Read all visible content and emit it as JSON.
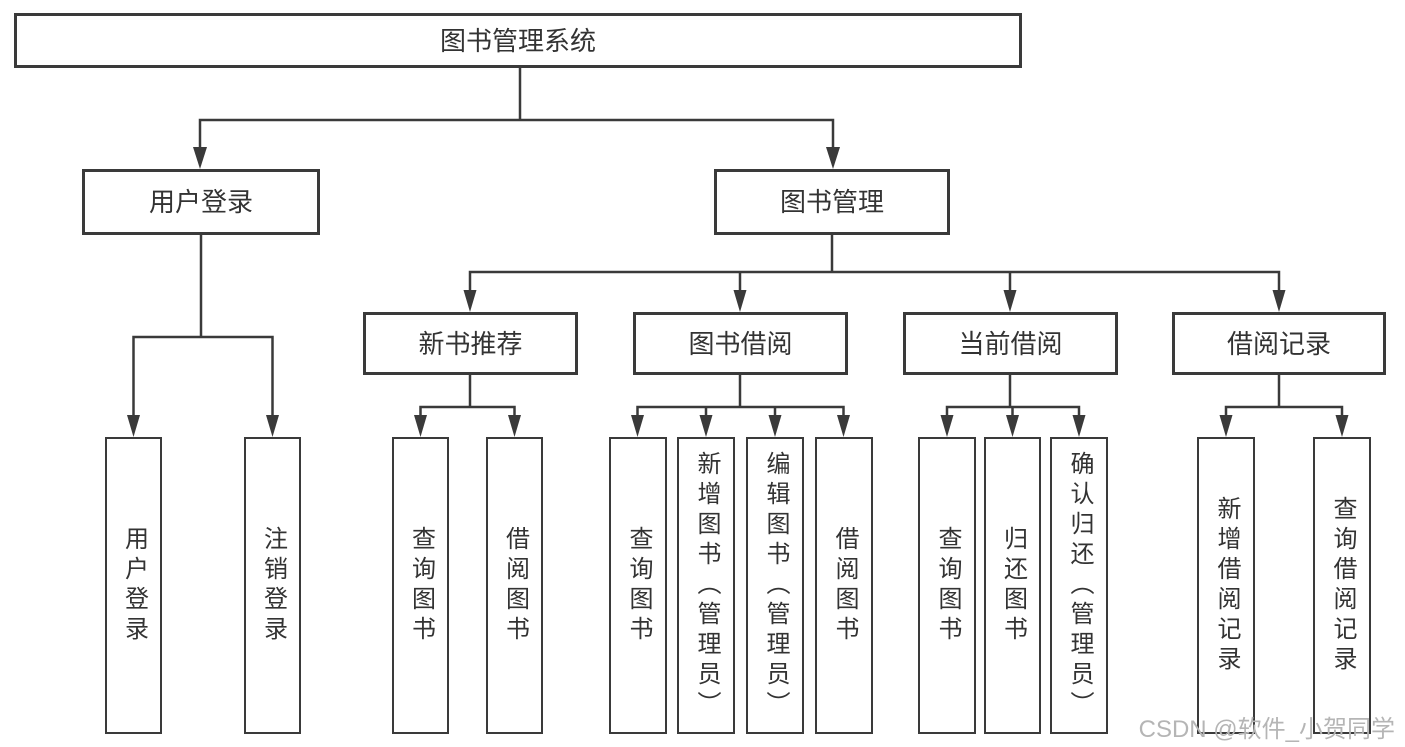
{
  "root": {
    "label": "图书管理系统"
  },
  "user": {
    "label": "用户登录",
    "children": [
      "用户登录",
      "注销登录"
    ]
  },
  "books": {
    "label": "图书管理"
  },
  "newbook": {
    "label": "新书推荐",
    "children": [
      "查询图书",
      "借阅图书"
    ]
  },
  "borrow": {
    "label": "图书借阅",
    "children": [
      "查询图书",
      "新增图书（管理员）",
      "编辑图书（管理员）",
      "借阅图书"
    ]
  },
  "current": {
    "label": "当前借阅",
    "children": [
      "查询图书",
      "归还图书",
      "确认归还（管理员）"
    ]
  },
  "records": {
    "label": "借阅记录",
    "children": [
      "新增借阅记录",
      "查询借阅记录"
    ]
  },
  "watermark": {
    "text": "CSDN @软件_小贺同学"
  },
  "colors": {
    "line": "#3a3a3a",
    "text": "#333333",
    "background": "#ffffff",
    "watermark": "#b5b5b5"
  }
}
